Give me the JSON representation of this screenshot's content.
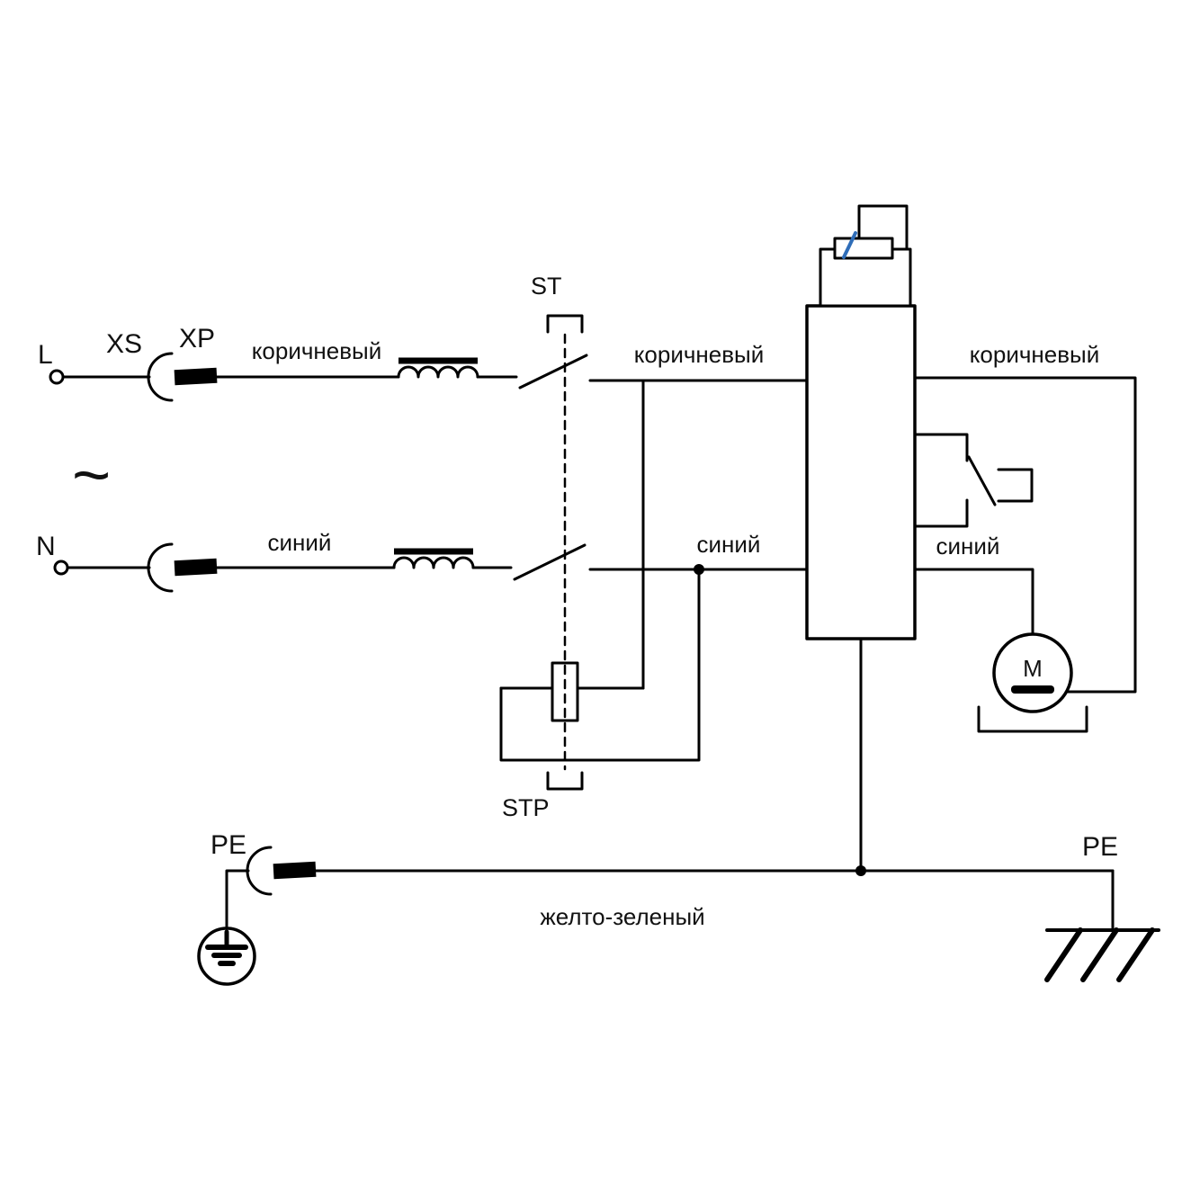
{
  "diagram": {
    "type": "electrical-wiring-schematic",
    "labels": {
      "line_terminal": "L",
      "neutral_terminal": "N",
      "ac_symbol": "~",
      "socket": "XS",
      "plug": "XP",
      "switch_st": "ST",
      "switch_stp": "STP",
      "pe_left": "PE",
      "pe_right": "PE",
      "motor": "M",
      "wire_brown_left": "коричневый",
      "wire_brown_mid": "коричневый",
      "wire_brown_right": "коричневый",
      "wire_blue_left": "синий",
      "wire_blue_mid": "синий",
      "wire_blue_right": "синий",
      "wire_pe": "желто-зеленый"
    },
    "colors": {
      "line": "#000000",
      "background": "#ffffff",
      "component_tick": "#2f6db8"
    }
  }
}
